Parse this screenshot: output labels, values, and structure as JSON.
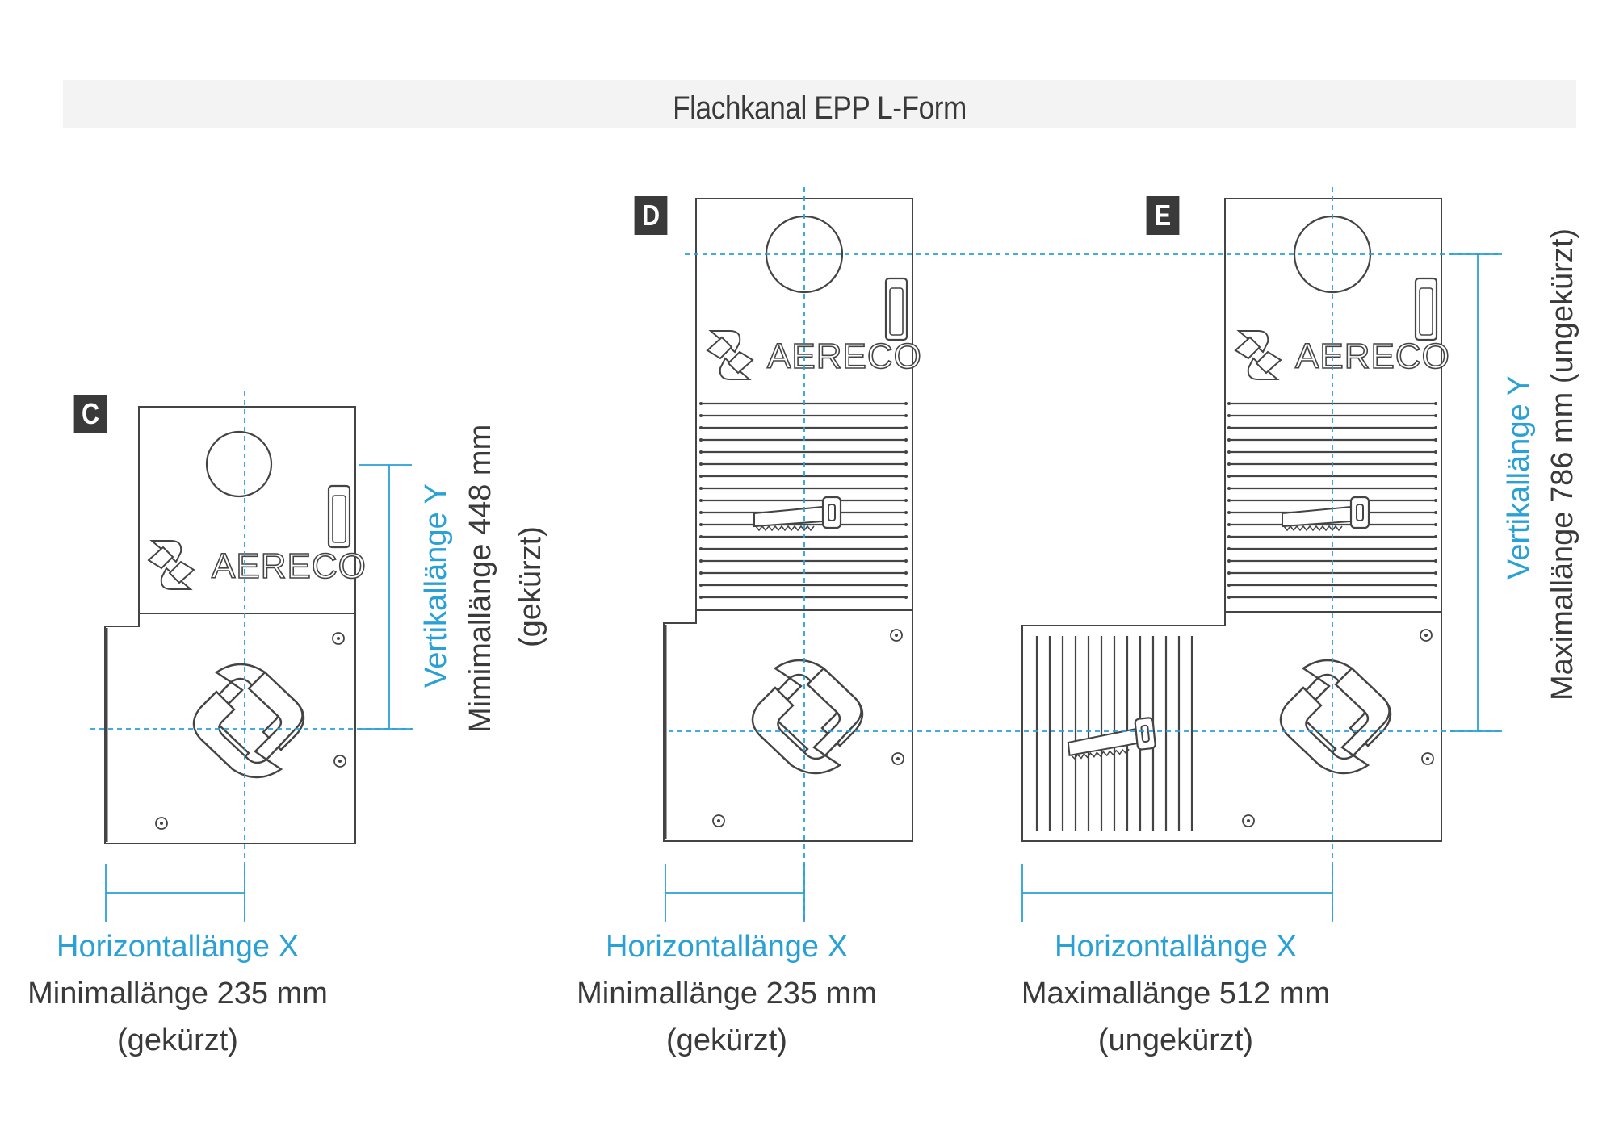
{
  "title": "Flachkanal EPP L-Form",
  "brand": "AERECO",
  "colors": {
    "dimension_blue": "#2aa1d6",
    "outline": "#3a3a3a",
    "title_bar": "#f3f3f3",
    "badge_bg": "#3a3a3a"
  },
  "icons": [
    "aereco-logo-icon",
    "saw-icon",
    "hole-circle-icon"
  ],
  "variants": {
    "C": {
      "badge": "C",
      "x_label": "Horizontallänge X",
      "x_value": "Minimallänge 235 mm",
      "x_note": "(gekürzt)",
      "y_label": "Vertikallänge Y",
      "y_value": "Mimimallänge 448 mm",
      "y_note": "(gekürzt)"
    },
    "D": {
      "badge": "D",
      "x_label": "Horizontallänge X",
      "x_value": "Minimallänge 235 mm",
      "x_note": "(gekürzt)"
    },
    "E": {
      "badge": "E",
      "x_label": "Horizontallänge X",
      "x_value": "Maximallänge 512 mm",
      "x_note": "(ungekürzt)",
      "y_label": "Vertikallänge Y",
      "y_value": "Maximallänge 786 mm (ungekürzt)"
    }
  }
}
